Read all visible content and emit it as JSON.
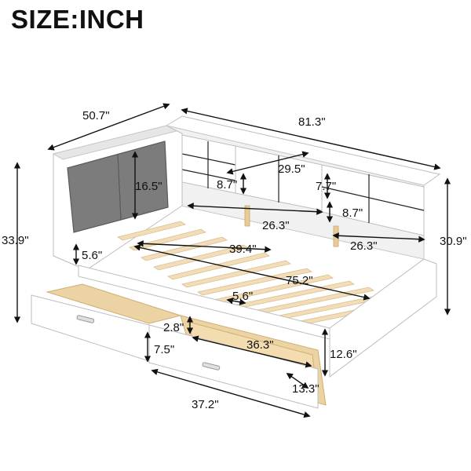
{
  "title": "SIZE:INCH",
  "dimensions": {
    "depth": "50.7\"",
    "length": "81.3\"",
    "total_height": "33.9\"",
    "side_height": "30.9\"",
    "cushion_height": "16.5\"",
    "shelf_upper_width": "29.5\"",
    "shelf_left_height": "8.7\"",
    "shelf_right_height": "7.7\"",
    "shelf_right_lower_height": "8.7\"",
    "shelf_left_width": "26.3\"",
    "shelf_right_width": "26.3\"",
    "rail_height": "5.6\"",
    "inner_width": "39.4\"",
    "inner_length": "75.2\"",
    "slat_gap": "5.6\"",
    "drawer_inner_height": "2.8\"",
    "drawer_front_height": "7.5\"",
    "drawer_inner_length": "36.3\"",
    "bed_side_height": "12.6\"",
    "drawer_inner_depth": "13.3\"",
    "drawer_length": "37.2\""
  },
  "colors": {
    "frame": "#ffffff",
    "outline": "#bdbdbd",
    "cushion": "#7c7c7c",
    "slats": "#f2ddb8",
    "drawer_wood": "#ecd3a3",
    "dimension_lines": "#111111"
  }
}
